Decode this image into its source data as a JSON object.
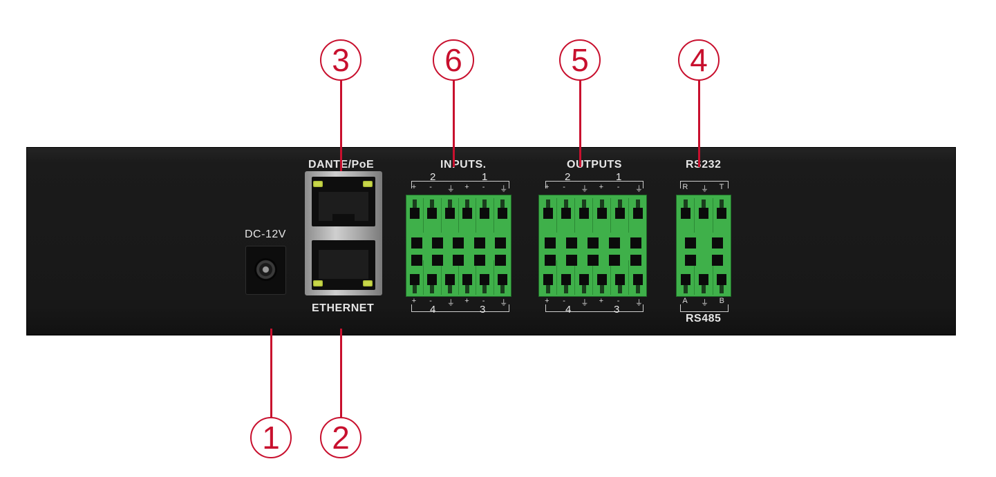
{
  "callouts": [
    "1",
    "2",
    "3",
    "4",
    "5",
    "6"
  ],
  "labels": {
    "dante_poe": "DANTE/PoE",
    "ethernet": "ETHERNET",
    "dc": "DC-12V",
    "inputs": "INPUTS.",
    "outputs": "OUTPUTS",
    "rs232": "RS232",
    "rs485": "RS485"
  },
  "inputs_top_channels": [
    "2",
    "1"
  ],
  "inputs_bottom_channels": [
    "4",
    "3"
  ],
  "outputs_top_channels": [
    "2",
    "1"
  ],
  "outputs_bottom_channels": [
    "4",
    "3"
  ],
  "pin_labels": [
    "+",
    "-",
    "⏚",
    "+",
    "-",
    "⏚"
  ],
  "rs232_pins": [
    "R",
    "⏚",
    "T"
  ],
  "rs485_pins": [
    "A",
    "⏚",
    "B"
  ],
  "colors": {
    "callout": "#c8102e",
    "chassis": "#1b1b1b",
    "terminal_green": "#3fb04a",
    "led": "#c9d84a"
  }
}
